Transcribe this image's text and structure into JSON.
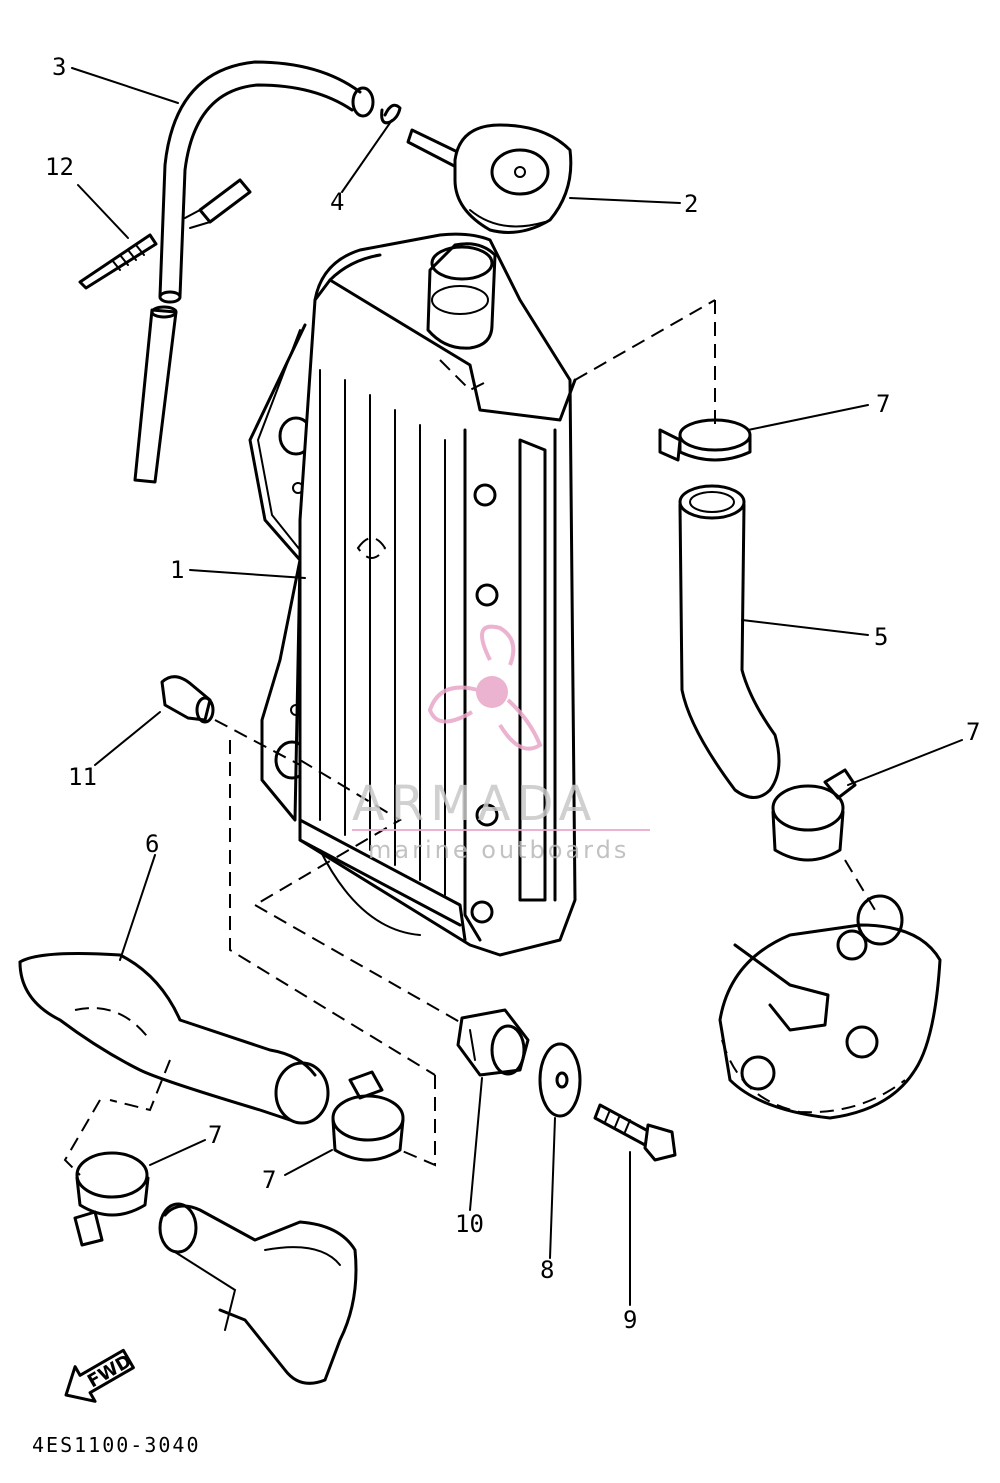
{
  "diagram": {
    "part_numbers": {
      "p1": "1",
      "p2": "2",
      "p3": "3",
      "p4": "4",
      "p5": "5",
      "p6": "6",
      "p7a": "7",
      "p7b": "7",
      "p7c": "7",
      "p7d": "7",
      "p8": "8",
      "p9": "9",
      "p10": "10",
      "p11": "11",
      "p12": "12"
    },
    "fwd_label": "FWD",
    "drawing_code": "4ES1100-3040"
  },
  "watermark": {
    "brand": "ARMADA",
    "tagline": "marine outboards",
    "color": "#e8a6c8"
  }
}
